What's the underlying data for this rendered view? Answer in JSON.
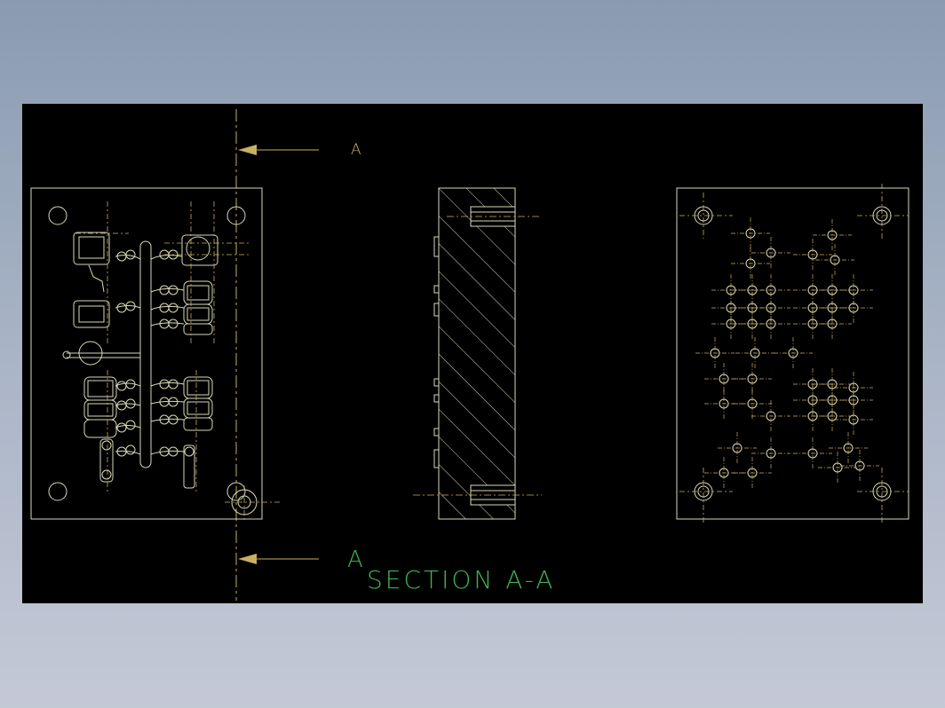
{
  "colors": {
    "background": "#000000",
    "outline": "#d9d9b8",
    "centerline": "#c8b060",
    "arrow": "#c8b060",
    "label": "#c8b060",
    "section_label": "#3fb34f"
  },
  "section_marker_top": "A",
  "section_marker_bottom": "A",
  "section_title": "SECTION A-A"
}
